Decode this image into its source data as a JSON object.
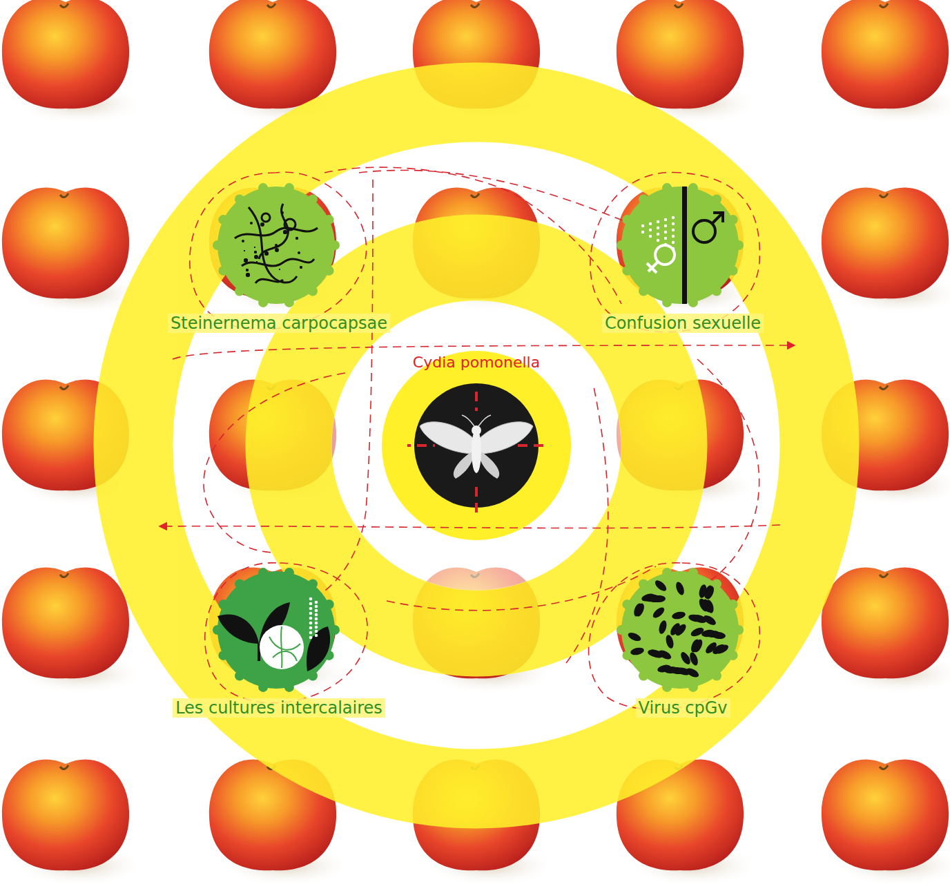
{
  "diagram": {
    "nodes": [
      {
        "text": [
          "Cydia pomonella"
        ]
      },
      {
        "text": [
          "Steinernema carpocapsae"
        ]
      },
      {
        "text": [
          "Confusion sexuelle"
        ]
      },
      {
        "text": [
          "Les cultures intercalaires"
        ]
      },
      {
        "text": [
          "Virus cpGv"
        ]
      }
    ]
  }
}
